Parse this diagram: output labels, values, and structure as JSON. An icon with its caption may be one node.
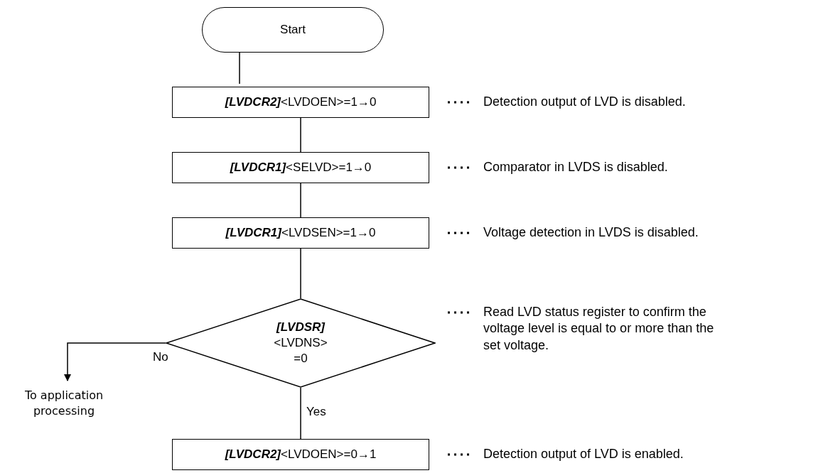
{
  "diagram": {
    "nodes": [
      {
        "text": [
          "Start"
        ]
      },
      {
        "text": [
          "**[LVDCR2]**<LVDOEN>=1→0"
        ]
      },
      {
        "text": [
          "**[LVDCR1]**<SELVD>=1→0"
        ]
      },
      {
        "text": [
          "**[LVDCR1]**<LVDSEN>=1→0"
        ]
      },
      {
        "text": [
          "**[LVDSR]** <LVDNS> =0"
        ]
      },
      {
        "text": [
          "To application processing"
        ]
      },
      {
        "text": [
          "**[LVDCR2]**<LVDOEN>=0→1"
        ]
      }
    ],
    "edges": [
      {
        "from": 0,
        "to": 1,
        "arrow": "none"
      },
      {
        "from": 1,
        "to": 2,
        "arrow": "none"
      },
      {
        "from": 2,
        "to": 3,
        "arrow": "none"
      },
      {
        "from": 3,
        "to": 4,
        "arrow": "none"
      },
      {
        "from": 4,
        "to": 5,
        "arrow": "to",
        "label": "No"
      },
      {
        "from": 4,
        "to": 6,
        "arrow": "none",
        "label": "Yes"
      }
    ],
    "labels": [
      "Detection output of LVD is disabled.",
      "Comparator in LVDS is disabled.",
      "Voltage detection in LVDS is disabled.",
      "Read LVD status register to confirm the voltage level is equal to or more than the set voltage.",
      "Detection output of LVD is enabled."
    ]
  }
}
